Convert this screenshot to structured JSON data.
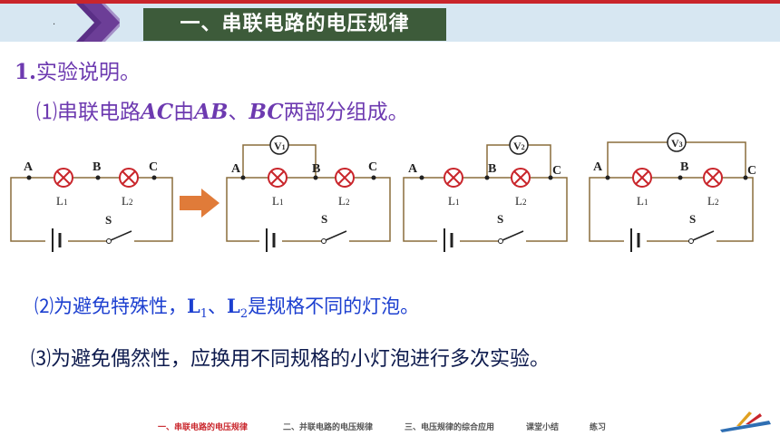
{
  "header": {
    "title": "一、串联电路的电压规律"
  },
  "content": {
    "line1_number": "1.",
    "line1_text": "实验说明。",
    "line2": {
      "prefix": "⑴串联电路",
      "ac": "AC",
      "mid1": "由",
      "ab": "AB",
      "sep": "、",
      "bc": "BC",
      "suffix": "两部分组成。"
    },
    "line3": {
      "prefix": "⑵为避免特殊性，",
      "l": "L",
      "sub1": "1",
      "sep": "、",
      "l2": "L",
      "sub2": "2",
      "suffix": "是规格不同的灯泡。"
    },
    "line4": "⑶为避免偶然性，应换用不同规格的小灯泡进行多次实验。"
  },
  "circuit": {
    "point_labels": [
      "A",
      "B",
      "C"
    ],
    "lamp_labels": [
      "L1",
      "L2"
    ],
    "switch_label": "S",
    "voltmeters": [
      "V1",
      "V2",
      "V3"
    ]
  },
  "footer_nav": {
    "items": [
      "一、串联电路的电压规律",
      "二、并联电路的电压规律",
      "三、电压规律的综合应用",
      "课堂小结",
      "练习"
    ],
    "active_index": 0
  },
  "colors": {
    "accent": "#c9252b",
    "title_bg": "#3d5b3a",
    "purple": "#6d3ab0",
    "blue": "#1c3fd0",
    "arrow": "#e07b39",
    "wire": "#8a6d3b"
  }
}
